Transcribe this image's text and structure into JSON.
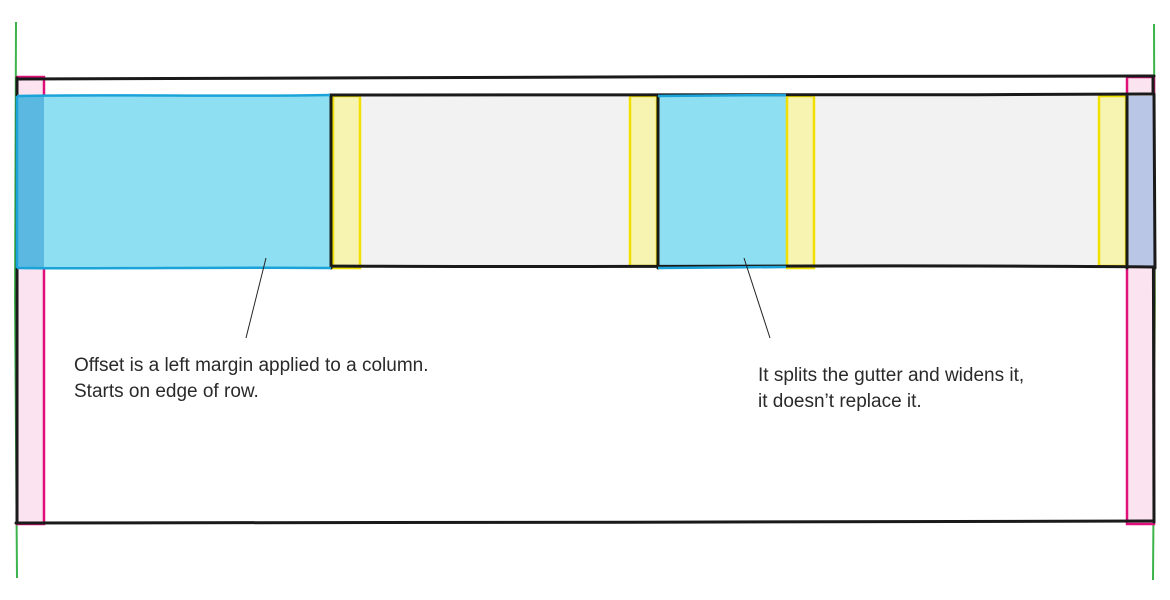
{
  "annotations": {
    "offset": {
      "line1": "Offset is a left margin applied to a column.",
      "line2": "Starts on edge of row."
    },
    "gutter": {
      "line1": "It splits the gutter and widens it,",
      "line2": "it doesn’t replace it."
    }
  },
  "colors": {
    "container_guide": "#3cb44b",
    "row_padding": "#e0107a",
    "row_padding_fill": "#fbe3ef",
    "offset_column": "#1aa3d9",
    "offset_fill": "#8fdff2",
    "gutter": "#f5e600",
    "gutter_fill": "#f7f3b0",
    "column_fill": "#f2f2f2",
    "outline": "#1a1a1a"
  }
}
